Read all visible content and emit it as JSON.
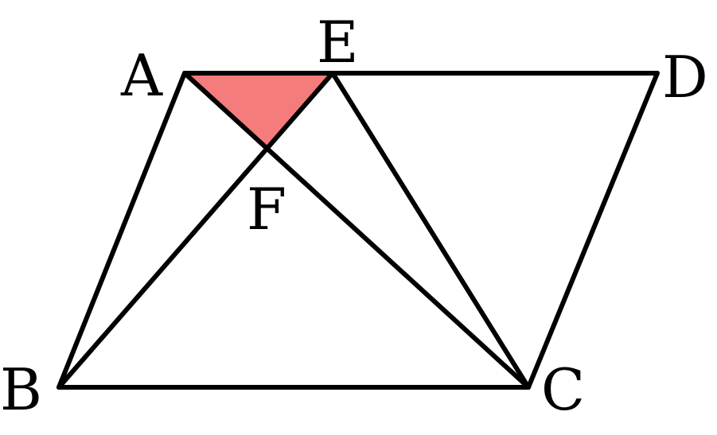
{
  "figure": {
    "points": {
      "A": "A",
      "B": "B",
      "C": "C",
      "D": "D",
      "E": "E",
      "F": "F"
    },
    "segments": [
      "AD",
      "AB",
      "BC",
      "CD",
      "AC",
      "BE",
      "EC"
    ],
    "shaded_region": "AEF",
    "colors": {
      "stroke": "#000000",
      "shade": "#f47c7c",
      "background": "#ffffff"
    }
  }
}
